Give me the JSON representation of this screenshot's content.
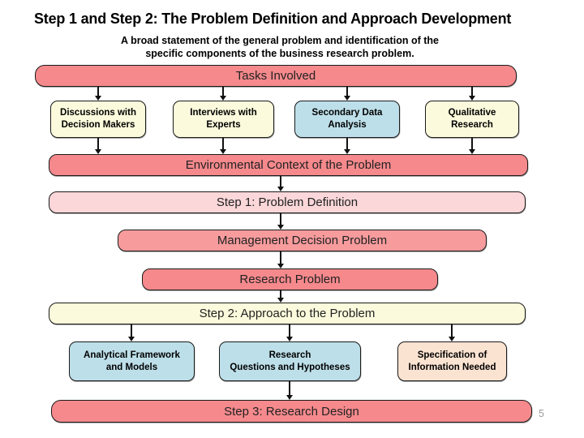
{
  "slide": {
    "title": "Step 1 and Step 2: The Problem Definition and Approach Development",
    "subtitle_line1": "A broad statement of the general problem and identification of the",
    "subtitle_line2": "specific components of the business research problem.",
    "page_number": "5"
  },
  "flow": {
    "tasks_bar": "Tasks Involved",
    "top_boxes": [
      {
        "line1": "Discussions with",
        "line2": "Decision Makers"
      },
      {
        "line1": "Interviews with",
        "line2": "Experts"
      },
      {
        "line1": "Secondary Data",
        "line2": "Analysis"
      },
      {
        "line1": "Qualitative",
        "line2": "Research"
      }
    ],
    "environment_bar": "Environmental Context of the Problem",
    "step1_bar": "Step 1: Problem Definition",
    "management_bar": "Management Decision Problem",
    "research_bar": "Research Problem",
    "step2_bar": "Step 2: Approach to the Problem",
    "bottom_boxes": [
      {
        "line1": "Analytical Framework",
        "line2": "and Models"
      },
      {
        "line1": "Research",
        "line2": "Questions and Hypotheses"
      },
      {
        "line1": "Specification of",
        "line2": "Information Needed"
      }
    ],
    "step3_bar": "Step 3: Research Design"
  },
  "colors": {
    "salmon": "#f5898c",
    "salmon_light": "#f79b9d",
    "pink_pale": "#fbd7d9",
    "cream": "#fcfadc",
    "blue": "#bddfe9",
    "peach": "#fbe3d2",
    "arrow": "#111111",
    "page_number_gray": "#9a9a9a"
  }
}
